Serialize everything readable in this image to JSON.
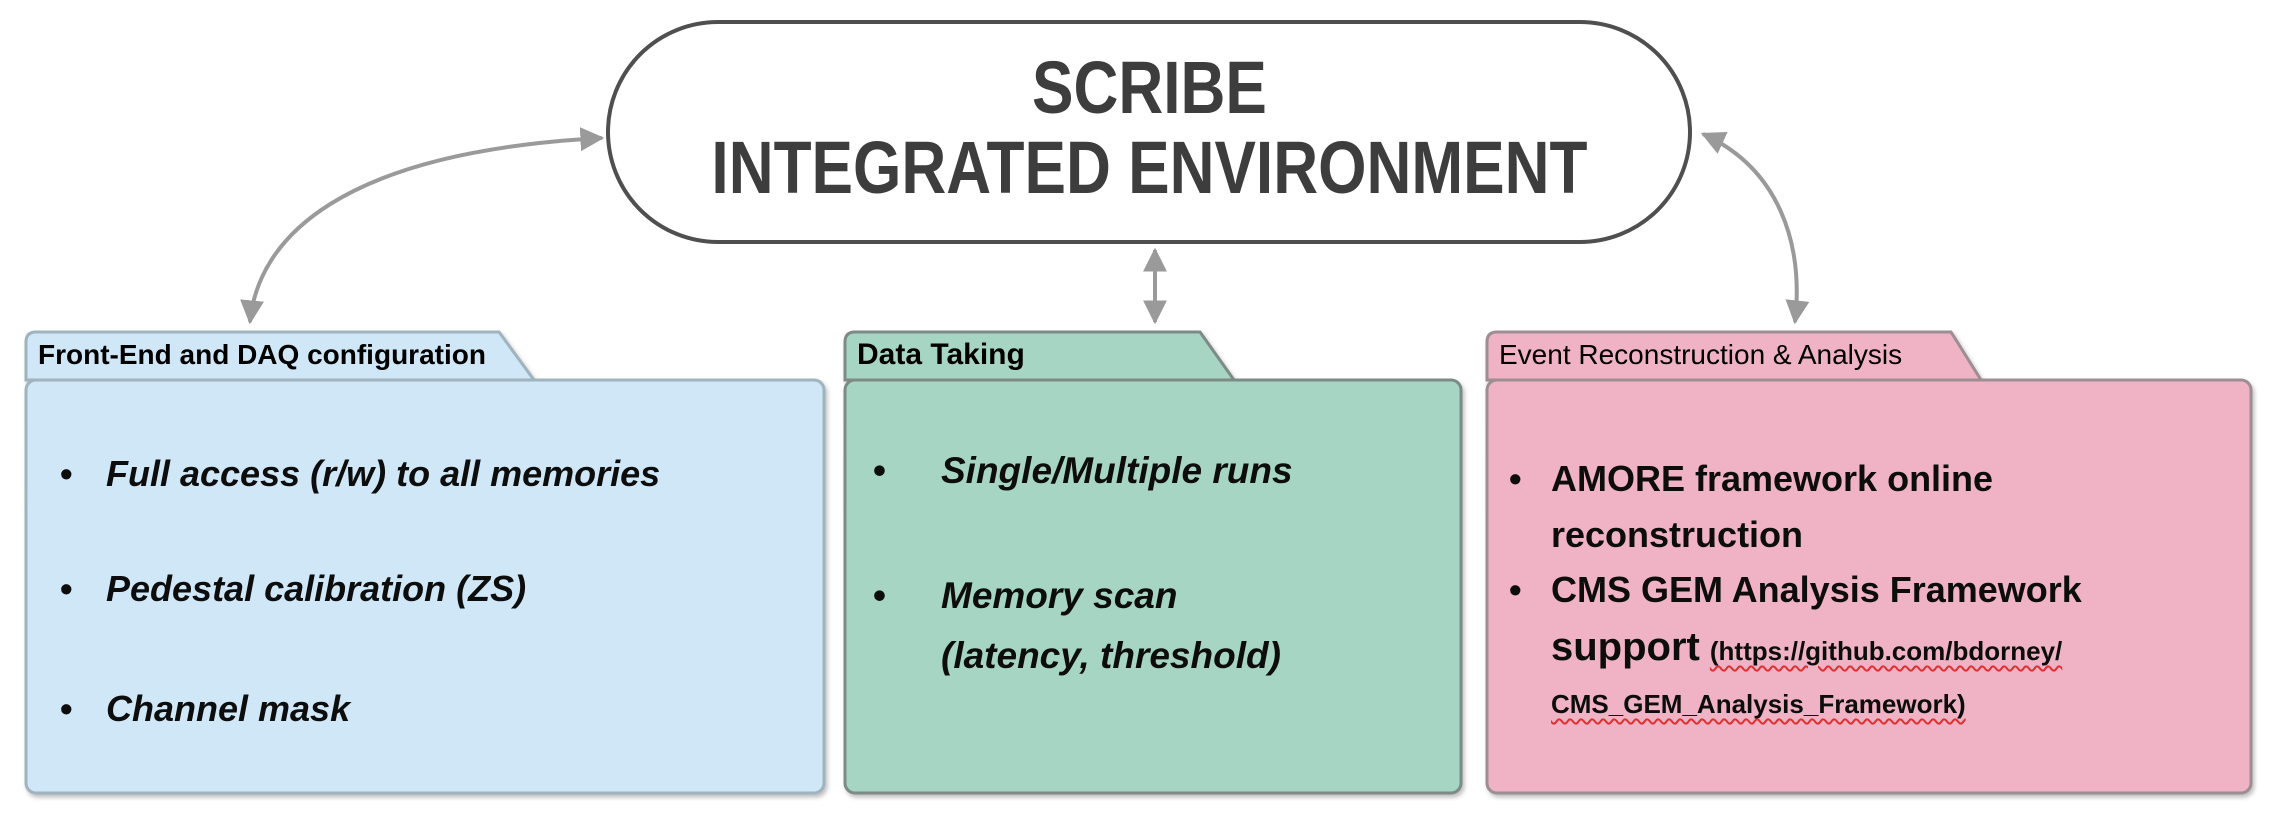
{
  "diagram": {
    "title": {
      "line1": "SCRIBE",
      "line2": "INTEGRATED ENVIRONMENT"
    },
    "bullet_glyph": "•",
    "connectors": [
      {
        "id": "ellipse-to-frontend",
        "shape": "curved-double-arrow"
      },
      {
        "id": "ellipse-to-datataking",
        "shape": "vertical-double-arrow"
      },
      {
        "id": "ellipse-to-eventreco",
        "shape": "curved-double-arrow"
      }
    ],
    "colors": {
      "frontend_fill": "#cfe7f6",
      "frontend_border": "#9fb4bf",
      "datataking_fill": "#a6d6c3",
      "datataking_border": "#7d8b87",
      "eventreco_fill": "#efb3c5",
      "eventreco_border": "#9c8e93",
      "ellipse_border": "#4f4f4f",
      "arrow_gray": "#9a9a9a",
      "url_squiggle": "#e03131"
    },
    "folders": [
      {
        "tab": "Front-End and DAQ configuration",
        "items": [
          {
            "lines": [
              "Full access (r/w) to all memories"
            ]
          },
          {
            "lines": [
              "Pedestal calibration (ZS)"
            ]
          },
          {
            "lines": [
              "Channel mask"
            ]
          }
        ]
      },
      {
        "tab": "Data Taking",
        "items": [
          {
            "lines": [
              "Single/Multiple runs"
            ]
          },
          {
            "lines": [
              "Memory scan",
              "(latency, threshold)"
            ]
          }
        ]
      },
      {
        "tab": "Event Reconstruction & Analysis",
        "items": [
          {
            "lines": [
              "AMORE framework online",
              "reconstruction"
            ]
          },
          {
            "line1": "CMS GEM Analysis Framework",
            "line2_main": "support",
            "line2_url": "(https://github.com/bdorney/",
            "line3_url": "CMS_GEM_Analysis_Framework)"
          }
        ]
      }
    ]
  }
}
